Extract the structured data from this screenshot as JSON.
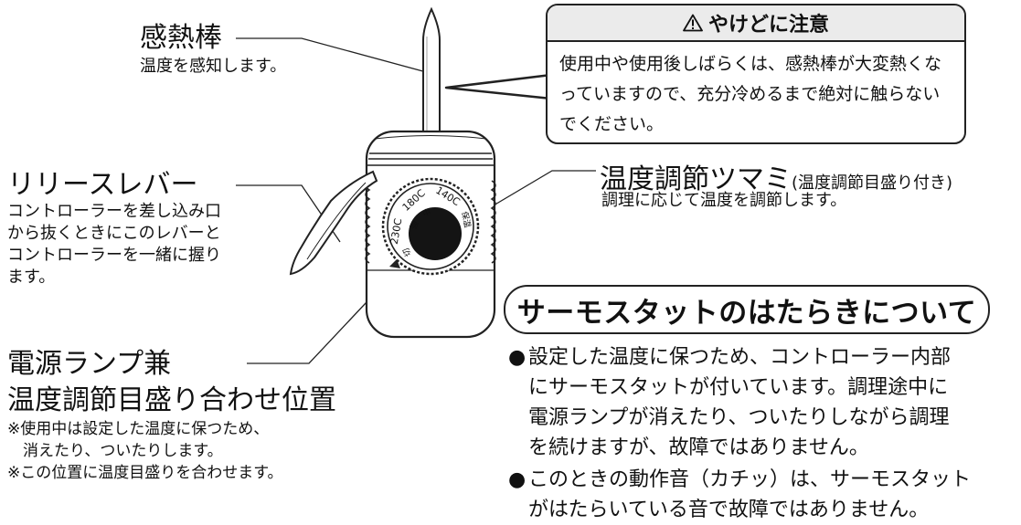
{
  "parts": {
    "sensor": {
      "title": "感熱棒",
      "desc": "温度を感知します。"
    },
    "release_lever": {
      "title": "リリースレバー",
      "desc": [
        "コントローラーを差し込み口",
        "から抜くときにこのレバーと",
        "コントローラーを一緒に握り",
        "ます。"
      ]
    },
    "power_lamp": {
      "title_line1": "電源ランプ兼",
      "title_line2": "温度調節目盛り合わせ位置",
      "notes": [
        "※使用中は設定した温度に保つため、",
        "　消えたり、ついたりします。",
        "※この位置に温度目盛りを合わせます。"
      ]
    },
    "temp_knob": {
      "title": "温度調節ツマミ",
      "title_sub": "(温度調節目盛り付き)",
      "desc": "調理に応じて温度を調節します。"
    }
  },
  "dial": {
    "labels": [
      "140C",
      "180C",
      "230C",
      "保温",
      "中",
      "強",
      "切"
    ]
  },
  "warning": {
    "icon": "warning-triangle-icon",
    "title": "やけどに注意",
    "body": "使用中や使用後しばらくは、感熱棒が大変熱くなっていますので、充分冷めるまで絶対に触らないでください。"
  },
  "thermostat": {
    "heading": "サーモスタットのはたらきについて",
    "bullet_mark": "●",
    "bullets": [
      [
        "設定した温度に保つため、コントローラー内部",
        "にサーモスタットが付いています。調理途中に",
        "電源ランプが消えたり、ついたりしながら調理",
        "を続けますが、故障ではありません。"
      ],
      [
        "このときの動作音（カチッ）は、サーモスタット",
        "がはたらいている音で故障ではありません。"
      ]
    ]
  }
}
